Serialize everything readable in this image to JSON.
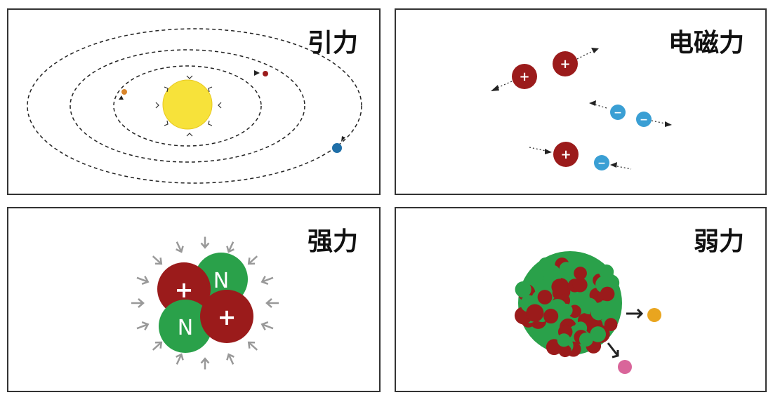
{
  "panels": {
    "gravity": {
      "title": "引力"
    },
    "electromagnetic": {
      "title": "电磁力",
      "proton_sign": "+",
      "electron_sign": "−"
    },
    "strong": {
      "title": "强力",
      "proton_sign": "+",
      "neutron_label": "N"
    },
    "weak": {
      "title": "弱力"
    }
  },
  "colors": {
    "proton": "#9b1b1b",
    "neutron": "#2aa14a",
    "electron": "#3a9fd4",
    "sun": "#f7e23a"
  }
}
